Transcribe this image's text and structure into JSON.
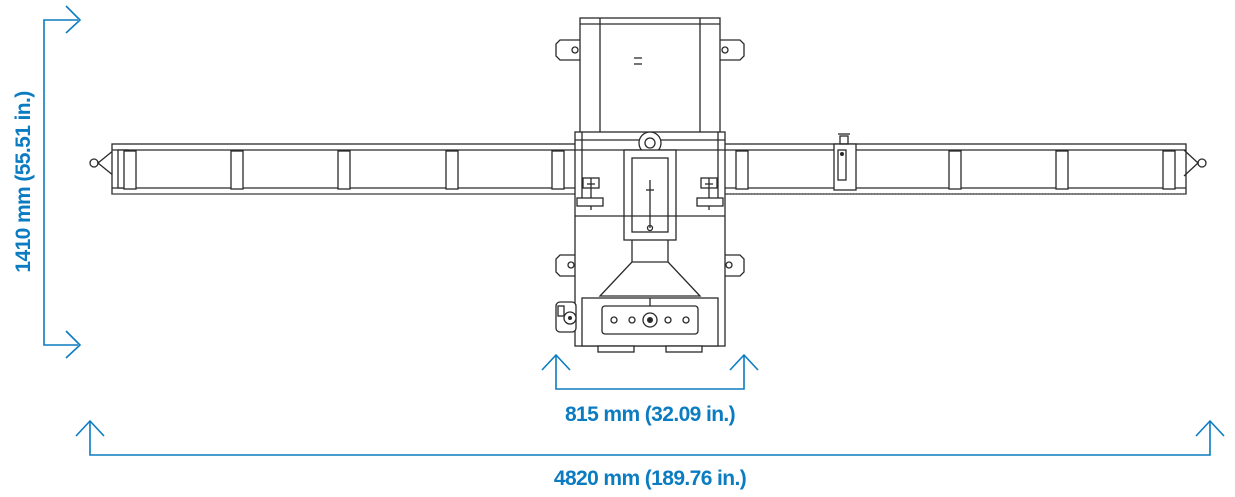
{
  "dimensions": {
    "height_label": "1410 mm (55.51 in.)",
    "inner_width_label": "815 mm (32.09 in.)",
    "overall_width_label": "4820 mm (189.76 in.)"
  },
  "colors": {
    "dimension": "#0b7cc1",
    "drawing": "#2a2a2a"
  }
}
